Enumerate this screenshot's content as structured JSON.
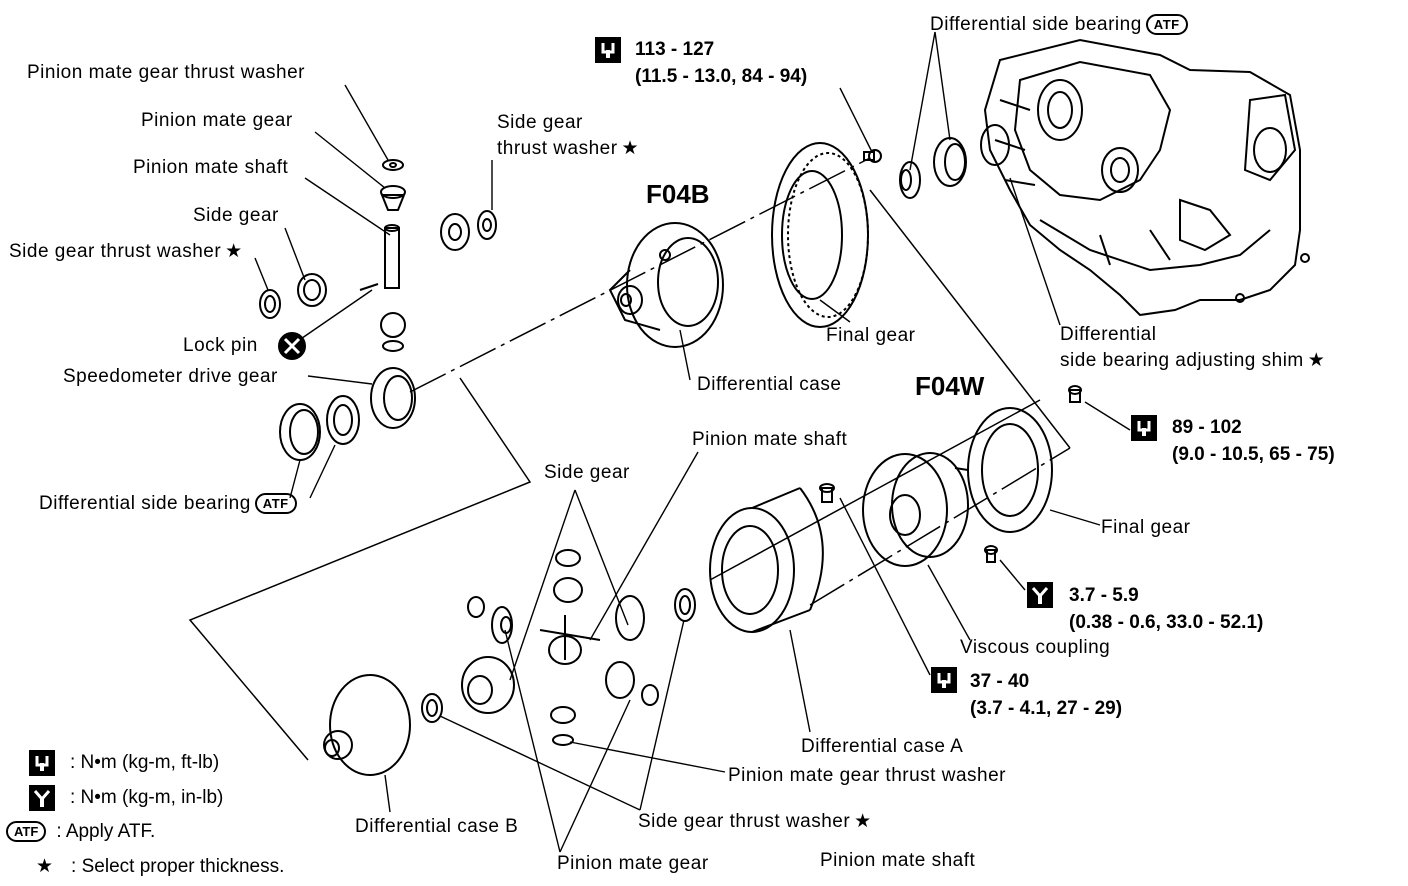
{
  "models": {
    "f04b": "F04B",
    "f04w": "F04W"
  },
  "labels": {
    "pinion_mate_gear_thrust_washer_top": "Pinion mate gear thrust washer",
    "pinion_mate_gear_top": "Pinion mate gear",
    "pinion_mate_shaft_top": "Pinion mate shaft",
    "side_gear_top": "Side gear",
    "side_gear_thrust_washer_left": "Side gear thrust washer",
    "side_gear_thrust_washer_center_1": "Side gear",
    "side_gear_thrust_washer_center_2": "thrust washer",
    "lock_pin": "Lock pin",
    "speedometer_drive_gear": "Speedometer drive gear",
    "differential_side_bearing_left": "Differential side bearing",
    "differential_side_bearing_top": "Differential side bearing",
    "final_gear_top": "Final gear",
    "differential_case": "Differential case",
    "shim_1": "Differential",
    "shim_2": "side bearing adjusting shim",
    "pinion_mate_shaft_mid": "Pinion mate shaft",
    "side_gear_mid": "Side gear",
    "final_gear_right": "Final gear",
    "viscous_coupling": "Viscous coupling",
    "differential_case_a": "Differential case A",
    "pinion_mate_gear_thrust_washer_bottom": "Pinion mate gear thrust washer",
    "side_gear_thrust_washer_bottom": "Side gear thrust washer",
    "differential_case_b": "Differential case B",
    "pinion_mate_gear_bottom": "Pinion mate gear",
    "pinion_mate_shaft_bottom": "Pinion mate shaft"
  },
  "symbols": {
    "atf": "ATF",
    "star": "★"
  },
  "torques": {
    "t1": {
      "line1": "113 - 127",
      "line2": "(11.5 - 13.0, 84 - 94)"
    },
    "t2": {
      "line1": "89 - 102",
      "line2": "(9.0 - 10.5, 65 - 75)"
    },
    "t3": {
      "line1": "3.7 - 5.9",
      "line2": "(0.38 - 0.6, 33.0 - 52.1)"
    },
    "t4": {
      "line1": "37 - 40",
      "line2": "(3.7 - 4.1, 27 - 29)"
    }
  },
  "legend": {
    "nm_ftlb": ": N•m (kg-m, ft-lb)",
    "nm_inlb": ": N•m (kg-m, in-lb)",
    "atf": ": Apply ATF.",
    "star": ":  Select proper thickness."
  }
}
